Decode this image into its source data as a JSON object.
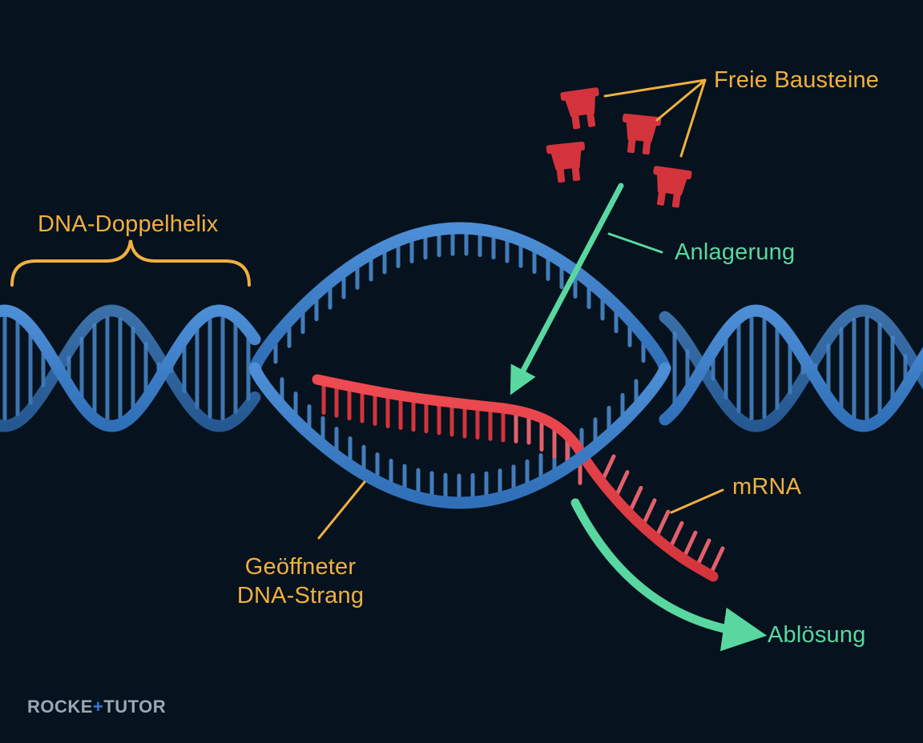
{
  "labels": {
    "dna_doppelhelix": "DNA-Doppelhelix",
    "freie_bausteine": "Freie Bausteine",
    "anlagerung": "Anlagerung",
    "mrna": "mRNA",
    "geoeffneter_line1": "Geöffneter",
    "geoeffneter_line2": "DNA-Strang",
    "abloesung": "Ablösung"
  },
  "logo": {
    "left": "ROCKE",
    "plus": "+",
    "right": "TUTOR"
  },
  "colors": {
    "background": "#06121d",
    "dna_blue": "#2f6fb8",
    "dna_blue_light": "#4d8fd6",
    "rna_red": "#d3343c",
    "rna_pink": "#e2606a",
    "label_orange": "#f0b040",
    "arrow_green": "#58d8a0"
  },
  "icons": [
    "nucleotide-block-icon",
    "curly-brace-icon"
  ]
}
